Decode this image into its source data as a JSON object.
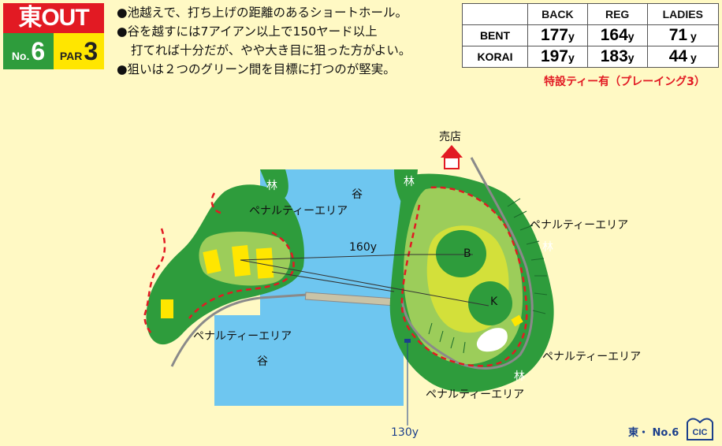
{
  "header": {
    "course_label": "東OUT",
    "no_prefix": "No.",
    "hole_number": "6",
    "par_prefix": "PAR",
    "par_value": "3"
  },
  "notes": [
    "●池越えで、打ち上げの距離のあるショートホール。",
    "●谷を越すには7アイアン以上で150ヤード以上",
    "打てれば十分だが、やや大き目に狙った方がよい。",
    "●狙いは２つのグリーン間を目標に打つのが堅実。"
  ],
  "yardage": {
    "columns": [
      "BACK",
      "REG",
      "LADIES"
    ],
    "unit": "y",
    "rows": [
      {
        "name": "BENT",
        "values": [
          "177",
          "164",
          "71"
        ]
      },
      {
        "name": "KORAI",
        "values": [
          "197",
          "183",
          "44"
        ]
      }
    ]
  },
  "special_tee_note": "特設ティー有（プレーイング3）",
  "map": {
    "shop_label": "売店",
    "valley_label": "谷",
    "forest_label": "林",
    "penalty_label": "ペナルティーエリア",
    "green_b": "B",
    "green_k": "K",
    "dist_160": "160y",
    "dist_130": "130y",
    "colors": {
      "rough": "#2e9c3c",
      "fairway": "#9ccd5a",
      "green_area": "#d3e03a",
      "water": "#6ec6f0",
      "tee": "#ffe600",
      "penalty_line": "#e21a23"
    }
  },
  "footer": {
    "label": "東・ No.6",
    "logo_text": "CIC"
  }
}
